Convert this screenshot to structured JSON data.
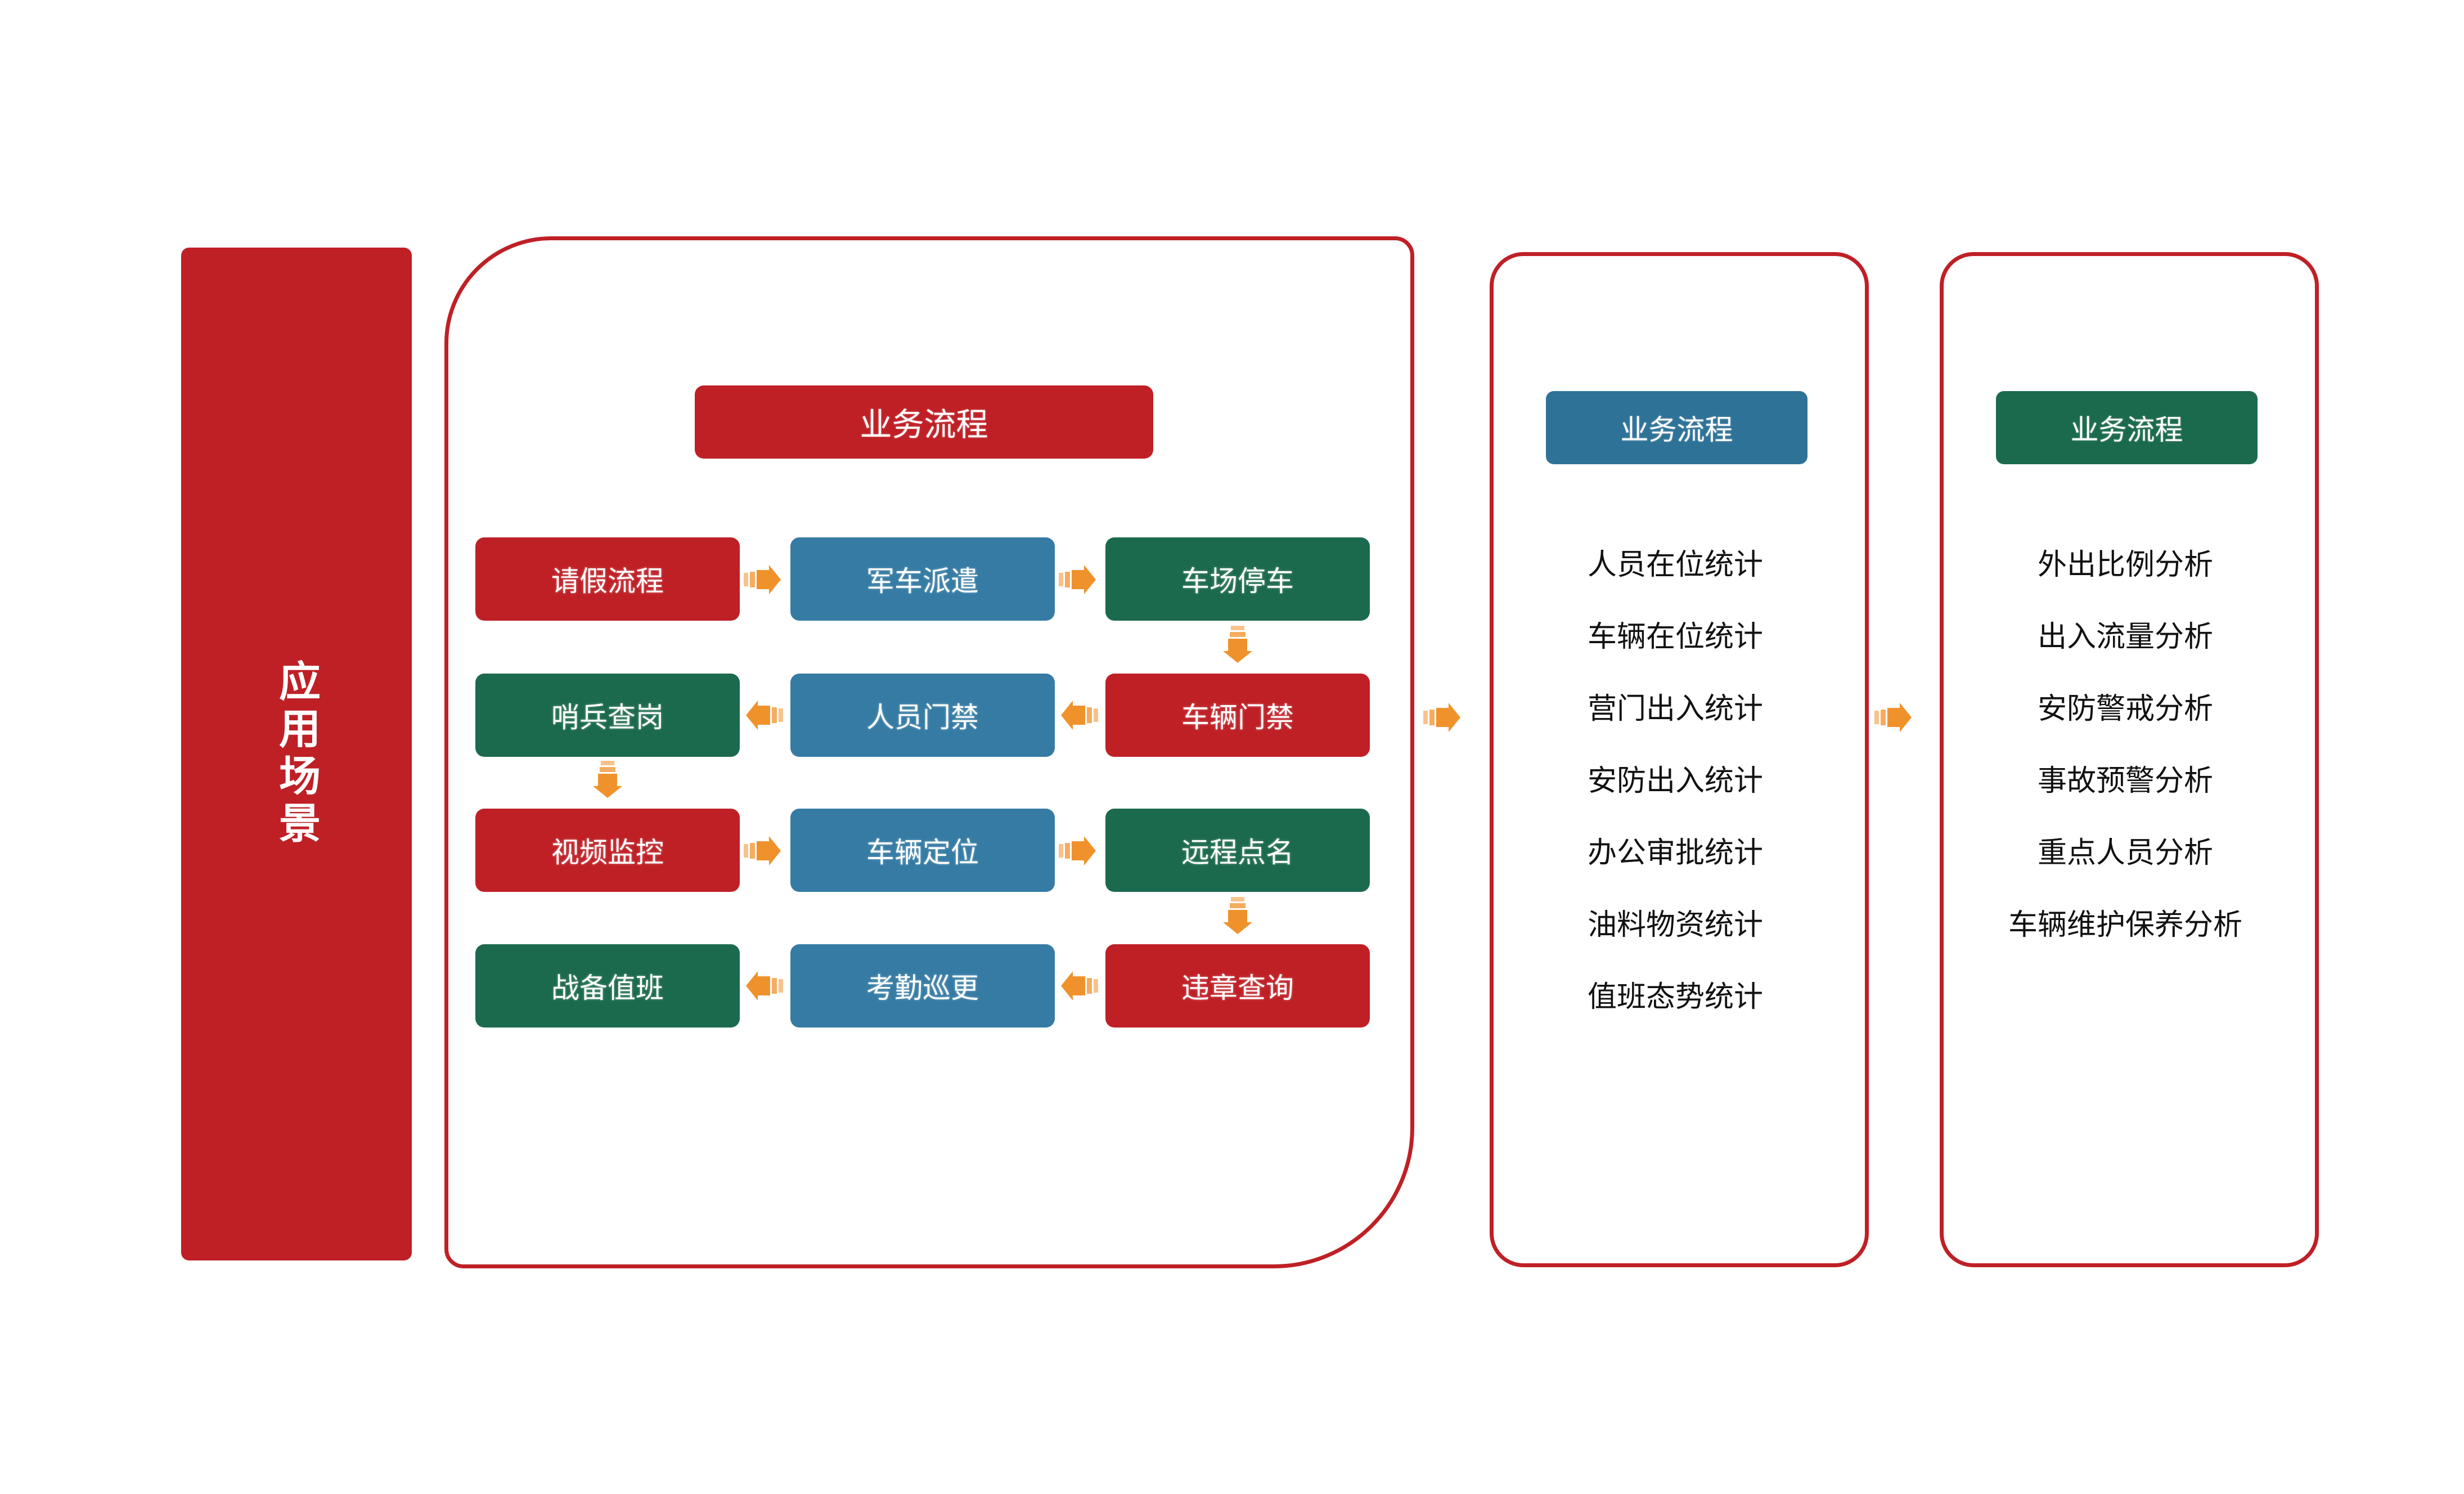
{
  "banner": {
    "label": "应用场景"
  },
  "colors": {
    "red": "#bf2026",
    "blue": "#357ba4",
    "green": "#1c6a4d",
    "arrow_orange": "#f0922b",
    "outline_red": "#bf2026",
    "text_dark": "#111111"
  },
  "flow_panel": {
    "header": "业务流程",
    "rows": [
      {
        "direction": "right",
        "nodes": [
          {
            "label": "请假流程",
            "color": "red"
          },
          {
            "label": "军车派遣",
            "color": "blue"
          },
          {
            "label": "车场停车",
            "color": "green"
          }
        ]
      },
      {
        "direction": "left",
        "nodes": [
          {
            "label": "哨兵查岗",
            "color": "green"
          },
          {
            "label": "人员门禁",
            "color": "blue"
          },
          {
            "label": "车辆门禁",
            "color": "red"
          }
        ]
      },
      {
        "direction": "right",
        "nodes": [
          {
            "label": "视频监控",
            "color": "red"
          },
          {
            "label": "车辆定位",
            "color": "blue"
          },
          {
            "label": "远程点名",
            "color": "green"
          }
        ]
      },
      {
        "direction": "left",
        "nodes": [
          {
            "label": "战备值班",
            "color": "green"
          },
          {
            "label": "考勤巡更",
            "color": "blue"
          },
          {
            "label": "违章查询",
            "color": "red"
          }
        ]
      }
    ],
    "vertical_connectors": [
      {
        "from_row": 1,
        "to_row": 2,
        "column": 3,
        "direction": "down"
      },
      {
        "from_row": 2,
        "to_row": 3,
        "column": 1,
        "direction": "down"
      },
      {
        "from_row": 3,
        "to_row": 4,
        "column": 3,
        "direction": "down"
      }
    ]
  },
  "stats_panel": {
    "header": "业务流程",
    "items": [
      "人员在位统计",
      "车辆在位统计",
      "营门出入统计",
      "安防出入统计",
      "办公审批统计",
      "油料物资统计",
      "值班态势统计"
    ]
  },
  "analysis_panel": {
    "header": "业务流程",
    "items": [
      "外出比例分析",
      "出入流量分析",
      "安防警戒分析",
      "事故预警分析",
      "重点人员分析",
      "车辆维护保养分析"
    ]
  },
  "panel_connectors": [
    {
      "from": "flow_panel",
      "to": "stats_panel",
      "direction": "right"
    },
    {
      "from": "stats_panel",
      "to": "analysis_panel",
      "direction": "right"
    }
  ]
}
